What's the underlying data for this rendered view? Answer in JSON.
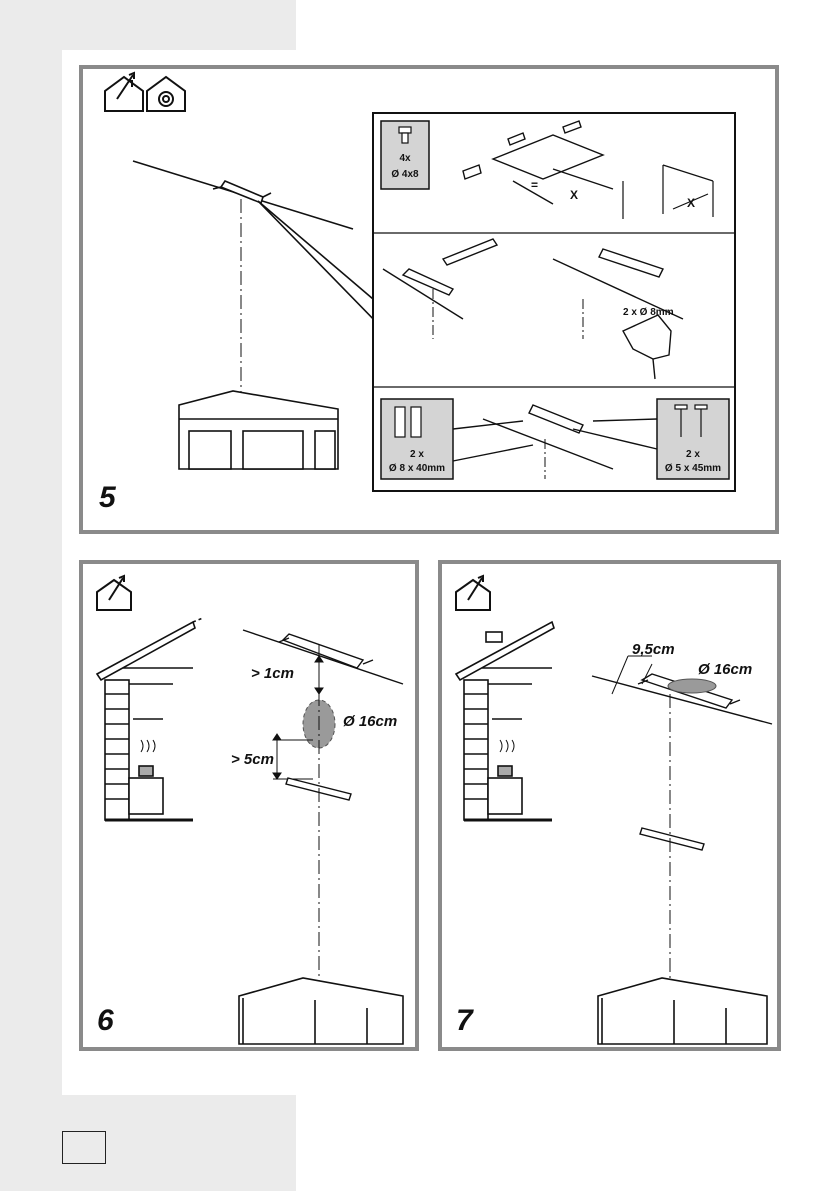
{
  "figures": {
    "fig5": {
      "number": "5",
      "screw_box": {
        "qty": "4x",
        "size": "Ø 4x8"
      },
      "measure_label": "X",
      "equal_label": "=",
      "drill_label": "2 x Ø 8mm",
      "plug_box": {
        "qty": "2 x",
        "size": "Ø 8 x 40mm"
      },
      "screw_box2": {
        "qty": "2 x",
        "size": "Ø 5 x 45mm"
      }
    },
    "fig6": {
      "number": "6",
      "gap_top": "> 1cm",
      "diameter": "Ø 16cm",
      "gap_bottom": "> 5cm"
    },
    "fig7": {
      "number": "7",
      "offset": "9,5cm",
      "diameter": "Ø 16cm"
    }
  },
  "colors": {
    "frame": "#8a8a8a",
    "sidebar": "#ebebeb",
    "vent": "#9a9a9a"
  },
  "icons": [
    "house-exhaust-icon",
    "house-recirculation-icon"
  ]
}
